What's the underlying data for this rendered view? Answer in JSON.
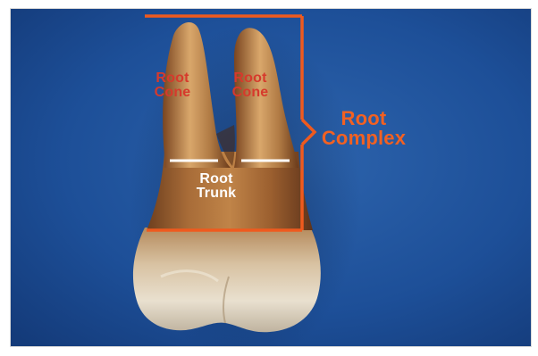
{
  "labels": {
    "root_cone_left": "Root\nCone",
    "root_cone_right": "Root\nCone",
    "root_trunk": "Root\nTrunk",
    "root_complex": "Root\nComplex"
  },
  "colors": {
    "background": "#16458c",
    "background_light": "#2a62ab",
    "bracket": "#ef5a1e",
    "cone_label": "#d63a2c",
    "trunk_label": "#ffffff",
    "complex_label": "#f26122",
    "divider": "#ffffff",
    "tooth_root": "#9d6333",
    "tooth_root_light": "#d4a46b",
    "tooth_crown": "#e8ddc8"
  }
}
